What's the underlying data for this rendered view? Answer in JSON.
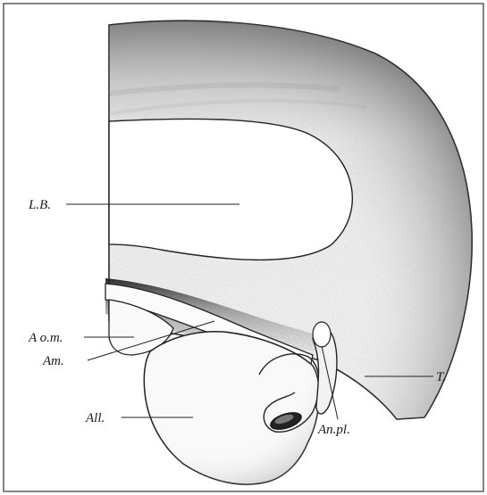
{
  "labels": {
    "lb": "L.B.",
    "aom": "A o.m.",
    "am": "Am.",
    "all": "All.",
    "anpl": "An.pl.",
    "t": "T."
  }
}
